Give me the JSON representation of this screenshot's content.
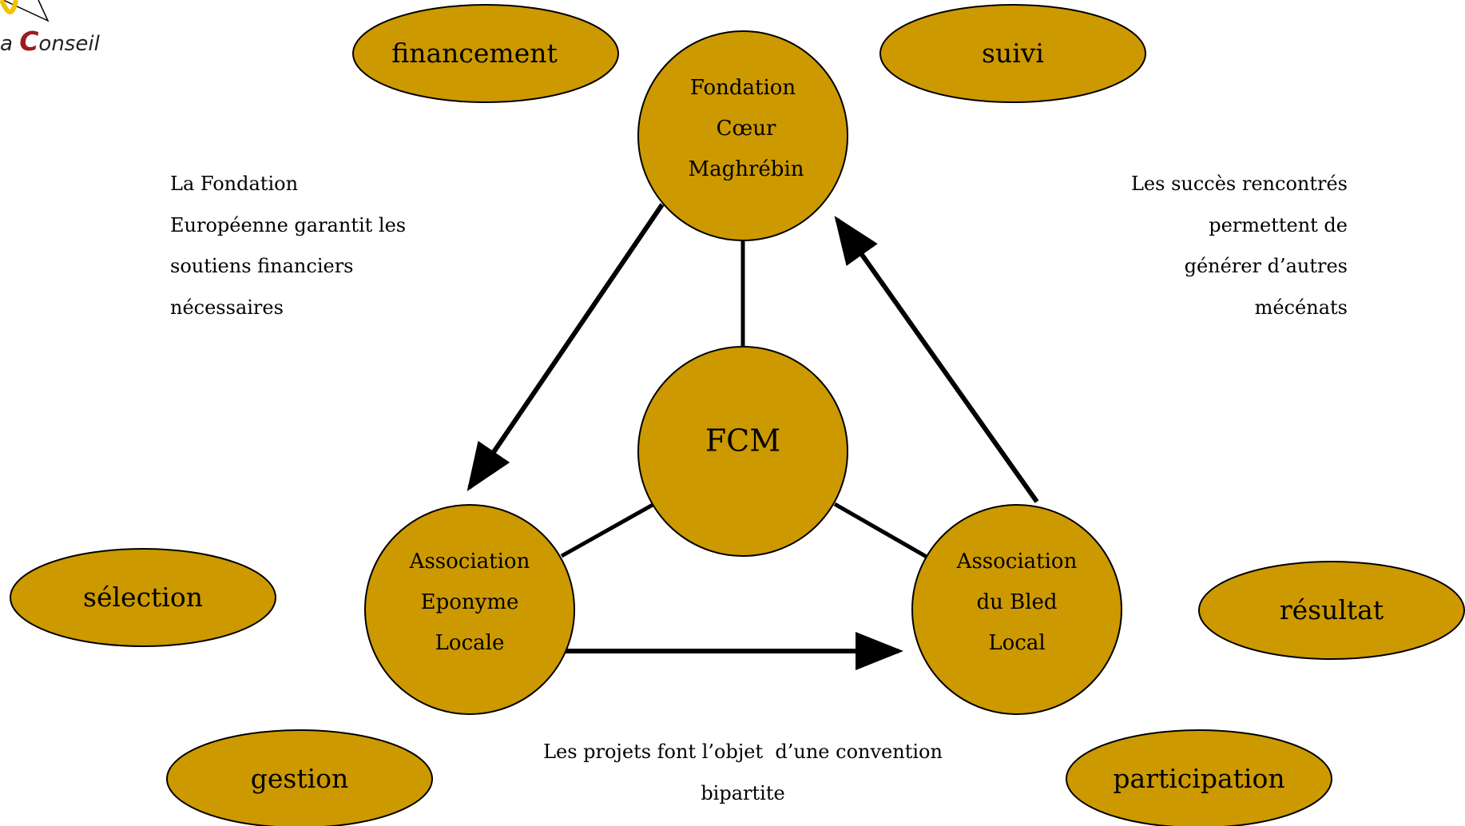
{
  "colors": {
    "fill": "#CC9900",
    "stroke": "#000000",
    "logo_yellow": "#F2C200",
    "logo_red": "#9B1C1C"
  },
  "logo": {
    "prefix": "a",
    "initial": "C",
    "rest": "onseil"
  },
  "nodes": {
    "top": [
      "Fondation",
      "Cœur",
      "Maghrébin"
    ],
    "center": "FCM",
    "left": [
      "Association",
      "Eponyme",
      "Locale"
    ],
    "right": [
      "Association",
      "du Bled",
      "Local"
    ]
  },
  "ovals": {
    "financement": "financement",
    "suivi": "suivi",
    "selection": "sélection",
    "resultat": "résultat",
    "gestion": "gestion",
    "participation": "participation"
  },
  "notes": {
    "left": [
      "La Fondation",
      "Européenne garantit les",
      "soutiens financiers",
      "nécessaires"
    ],
    "right": [
      "Les succès rencontrés",
      "permettent de",
      "générer d’autres",
      "mécénats"
    ],
    "bottom": [
      "Les projets font l’objet  d’une convention",
      "bipartite"
    ]
  }
}
